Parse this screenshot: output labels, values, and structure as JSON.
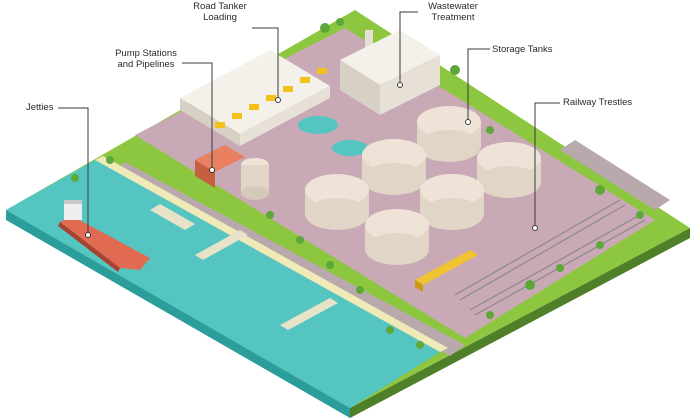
{
  "labels": {
    "road_tanker": "Road Tanker\nLoading",
    "wastewater": "Wastewater\nTreatment",
    "pump_stations": "Pump Stations\nand Pipelines",
    "storage_tanks": "Storage Tanks",
    "jetties": "Jetties",
    "railway": "Railway Trestles"
  },
  "colors": {
    "grass": "#8dc63f",
    "grass_edge": "#5e9a2e",
    "ground_side": "#4f7f29",
    "water": "#55c5c2",
    "water_side": "#2b9e9c",
    "sand": "#f0eab8",
    "plaza": "#c9a9b5",
    "road": "#b9a9ad",
    "tank": "#eee3d6",
    "ship_hull": "#e06a52",
    "tanker_truck": "#f2c21b",
    "train": "#f1c232",
    "leader_line": "#3a3a3a"
  }
}
